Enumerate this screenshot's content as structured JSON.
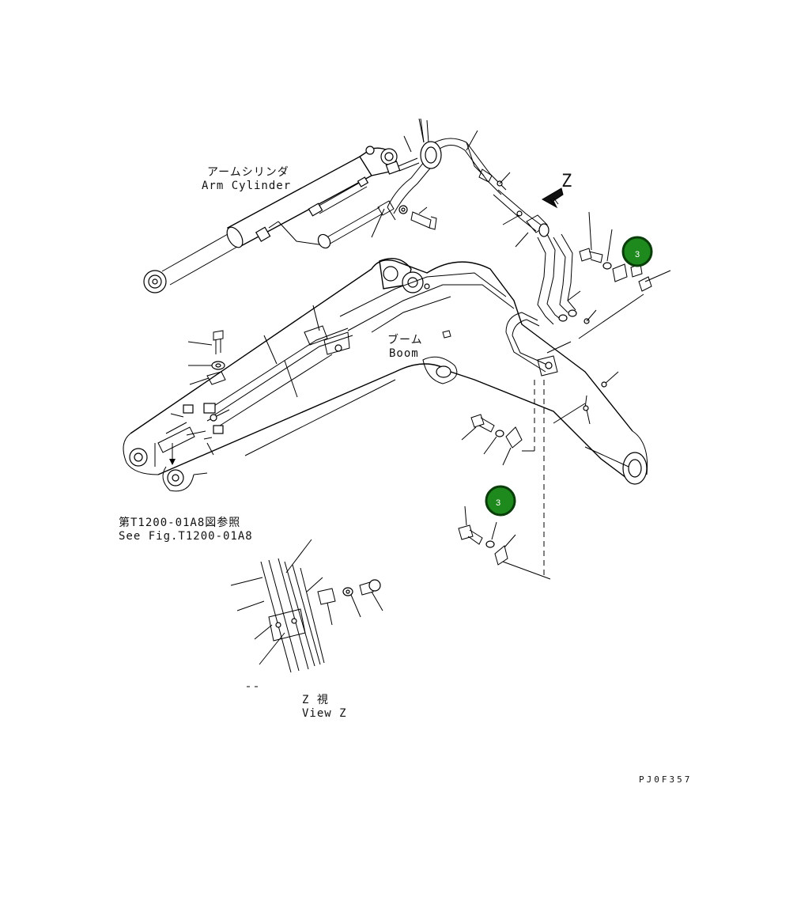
{
  "labels": {
    "arm_cylinder_jp": "アームシリンダ",
    "arm_cylinder_en": "Arm Cylinder",
    "boom_jp": "ブーム",
    "boom_en": "Boom",
    "view_letter": "Z",
    "view_jp": "Z 視",
    "view_en": "View Z",
    "see_fig_jp": "第T1200-01A8図参照",
    "see_fig_en": "See Fig.T1200-01A8",
    "drawing_code": "PJ0F357"
  },
  "callouts": [
    {
      "number": "3"
    },
    {
      "number": "3"
    }
  ],
  "colors": {
    "callout_fill": "#1e8a1e",
    "callout_ring": "#0a3d0a",
    "line": "#000000"
  }
}
